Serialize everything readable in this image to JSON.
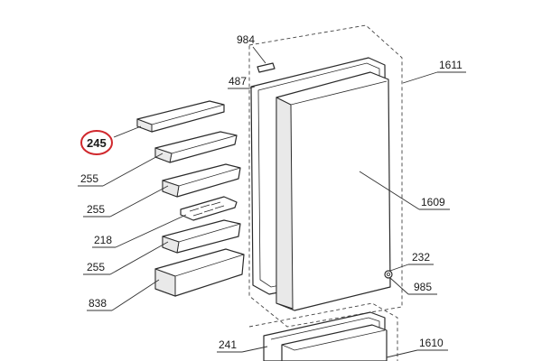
{
  "callouts": {
    "c984": "984",
    "c487": "487",
    "c1611": "1611",
    "c245": "245",
    "c255a": "255",
    "c1609": "1609",
    "c255b": "255",
    "c218": "218",
    "c255c": "255",
    "c232": "232",
    "c838": "838",
    "c985": "985",
    "c241": "241",
    "c1610": "1610"
  },
  "highlight": {
    "part": "245",
    "color": "#d0282d"
  }
}
